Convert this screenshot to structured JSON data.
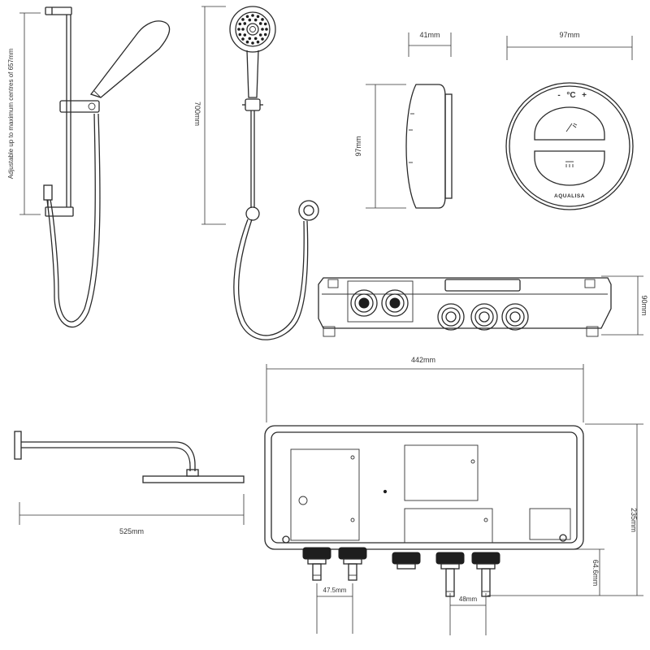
{
  "dimensions": {
    "rail_adjust": "Adjustable up to maximum centres of 657mm",
    "kit_height": "700mm",
    "ctrl_depth": "41mm",
    "ctrl_height": "97mm",
    "ctrl_width": "97mm",
    "box_depth": "90mm",
    "box_width": "442mm",
    "box_height": "235mm",
    "arm_length": "525mm",
    "outlet_drop": "64.6mm",
    "inlet_centres": "47.5mm",
    "outlet_centres": "48mm"
  },
  "controller": {
    "temp_minus": "-",
    "temp_unit": "°C",
    "temp_plus": "+",
    "brand": "AQUALISA"
  }
}
